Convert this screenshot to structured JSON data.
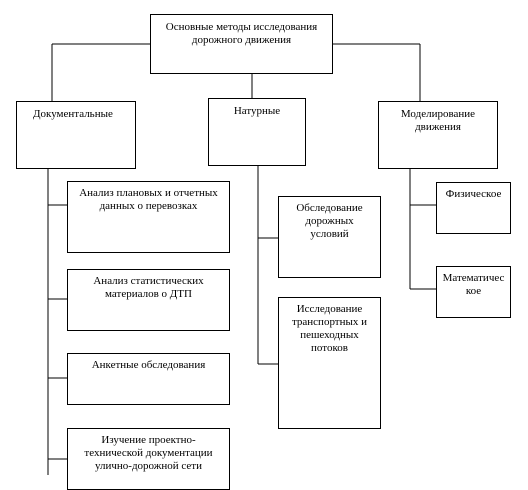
{
  "root": "Основные методы исследования\nдорожного движения",
  "categories": [
    {
      "label": "Документальные",
      "items": [
        "Анализ плановых и отчетных\nданных о перевозках",
        "Анализ статистических\nматериалов о ДТП",
        "Анкетные обследования",
        "Изучение проектно-\nтехнической документации\nулично-дорожной сети"
      ]
    },
    {
      "label": "Натурные",
      "items": [
        "Обследование\nдорожных\nусловий",
        "Исследование\nтранспортных и\nпешеходных\nпотоков"
      ]
    },
    {
      "label": "Моделирование\nдвижения",
      "items": [
        "Физическое",
        "Математичес\nкое"
      ]
    }
  ]
}
